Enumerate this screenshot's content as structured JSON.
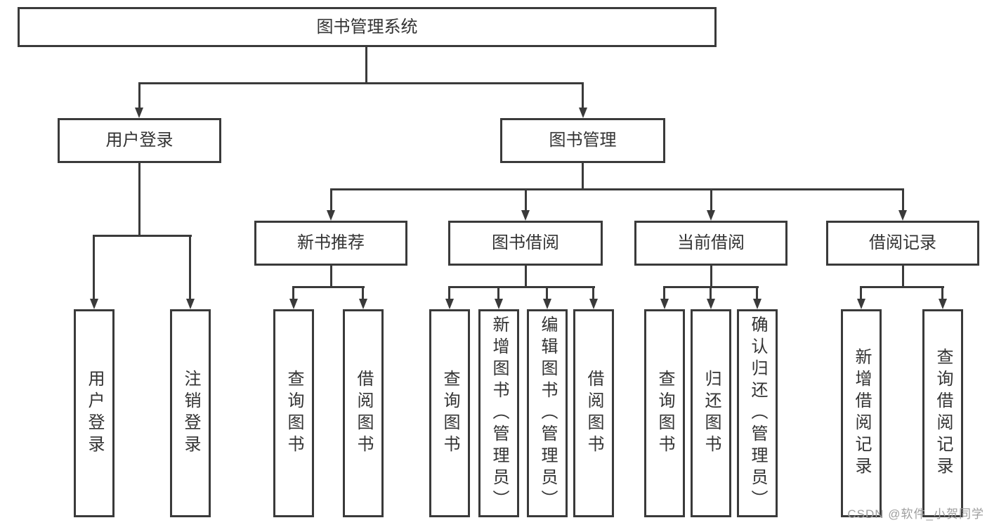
{
  "colors": {
    "background": "#ffffff",
    "line": "#3a3a3a",
    "text": "#333333",
    "watermark": "#9e9e9e"
  },
  "tree": {
    "root": "图书管理系统",
    "children": [
      {
        "label": "用户登录",
        "children": [
          {
            "label": "用户登录"
          },
          {
            "label": "注销登录"
          }
        ]
      },
      {
        "label": "图书管理",
        "children": [
          {
            "label": "新书推荐",
            "children": [
              {
                "label": "查询图书"
              },
              {
                "label": "借阅图书"
              }
            ]
          },
          {
            "label": "图书借阅",
            "children": [
              {
                "label": "查询图书"
              },
              {
                "label": "新增图书（管理员）"
              },
              {
                "label": "编辑图书（管理员）"
              },
              {
                "label": "借阅图书"
              }
            ]
          },
          {
            "label": "当前借阅",
            "children": [
              {
                "label": "查询图书"
              },
              {
                "label": "归还图书"
              },
              {
                "label": "确认归还（管理员）"
              }
            ]
          },
          {
            "label": "借阅记录",
            "children": [
              {
                "label": "新增借阅记录"
              },
              {
                "label": "查询借阅记录"
              }
            ]
          }
        ]
      }
    ]
  },
  "watermark": {
    "text": "CSDN @软件_小贺同学"
  }
}
